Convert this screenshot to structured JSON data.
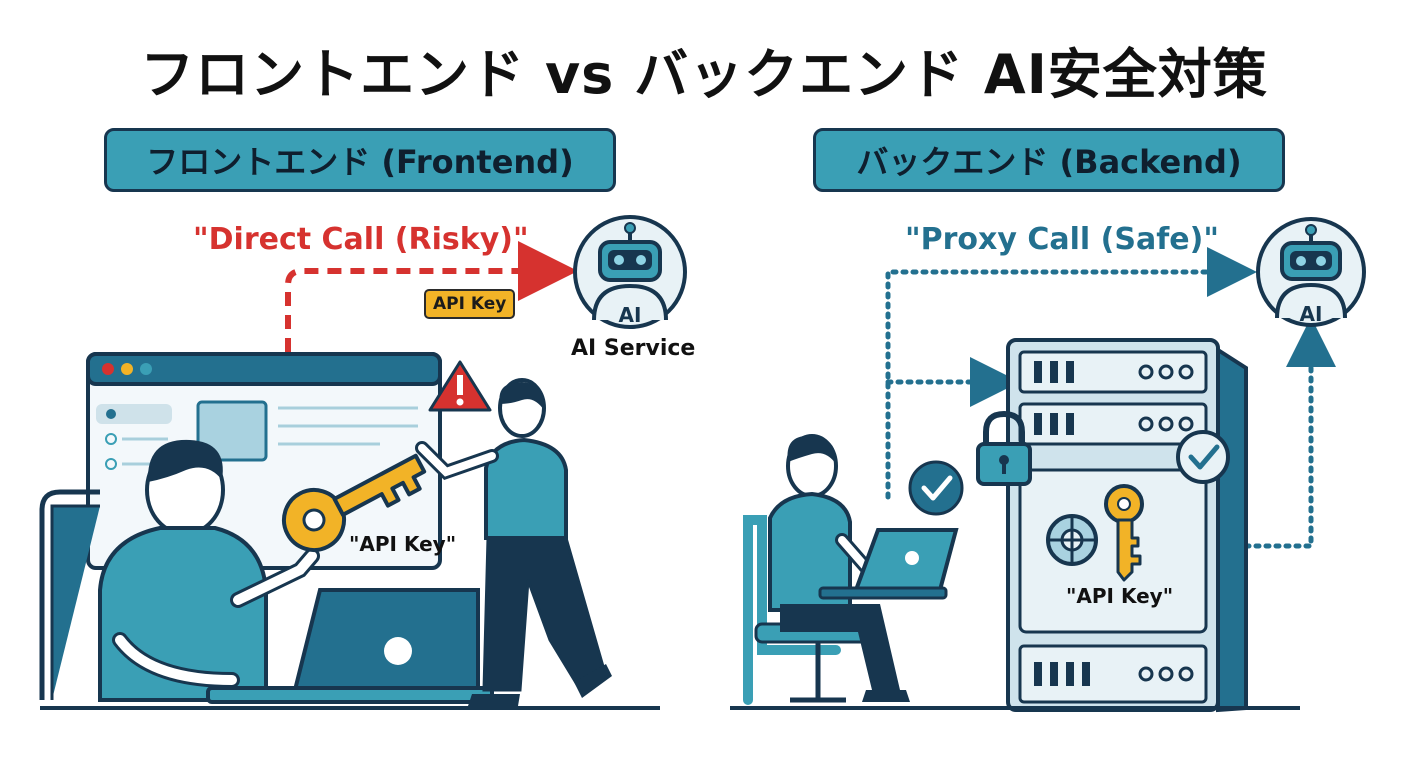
{
  "title": "フロントエンド vs バックエンド AI安全対策",
  "frontend": {
    "header": "フロントエンド (Frontend)",
    "call_label": "\"Direct Call (Risky)\"",
    "key_badge": "API Key",
    "service_label": "AI Service",
    "ai_badge": "AI",
    "key_label": "\"API Key\""
  },
  "backend": {
    "header": "バックエンド (Backend)",
    "call_label": "\"Proxy Call (Safe)\"",
    "ai_badge": "AI",
    "key_label": "\"API Key\""
  },
  "colors": {
    "teal": "#3a9fb5",
    "navy": "#17364f",
    "risky_red": "#d6322f",
    "safe_blue": "#23708f",
    "key_yellow": "#f2b327"
  },
  "icons": [
    "robot-icon",
    "warning-icon",
    "key-icon",
    "lock-icon",
    "checkmark-icon",
    "server-icon",
    "laptop-icon",
    "browser-window-icon"
  ]
}
